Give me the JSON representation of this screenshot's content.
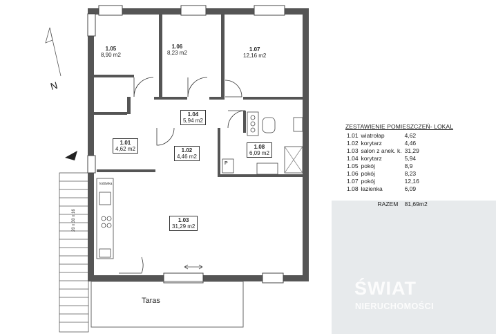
{
  "rooms": [
    {
      "num": "1.05",
      "area": "8,90 m2"
    },
    {
      "num": "1.06",
      "area": "8,23 m2"
    },
    {
      "num": "1.07",
      "area": "12,16 m2"
    },
    {
      "num": "1.04",
      "area": "5,94 m2"
    },
    {
      "num": "1.01",
      "area": "4,62 m2"
    },
    {
      "num": "1.02",
      "area": "4,46 m2"
    },
    {
      "num": "1.08",
      "area": "6,09 m2"
    },
    {
      "num": "1.03",
      "area": "31,29 m2"
    }
  ],
  "legend": {
    "title": "ZESTAWIENIE POMIESZCZEŃ- LOKAL",
    "rows": [
      {
        "no": "1.01",
        "name": "wiatrołap",
        "area": "4,62"
      },
      {
        "no": "1.02",
        "name": "korytarz",
        "area": "4,46"
      },
      {
        "no": "1.03",
        "name": "salon z anek. k.",
        "area": "31,29"
      },
      {
        "no": "1.04",
        "name": "korytarz",
        "area": "5,94"
      },
      {
        "no": "1.05",
        "name": "pokój",
        "area": "8,9"
      },
      {
        "no": "1.06",
        "name": "pokój",
        "area": "8,23"
      },
      {
        "no": "1.07",
        "name": "pokój",
        "area": "12,16"
      },
      {
        "no": "1.08",
        "name": "łazienka",
        "area": "6,09"
      }
    ],
    "total_label": "RAZEM",
    "total_value": "81,69m2"
  },
  "terrace_label": "Taras",
  "north_label": "N",
  "stair_dims": "20 x 30 x 16",
  "fridge_label": "lodówka",
  "bath_mark": "P",
  "watermark": {
    "title": "ŚWIAT",
    "subtitle": "NIERUCHOMOŚCI"
  }
}
